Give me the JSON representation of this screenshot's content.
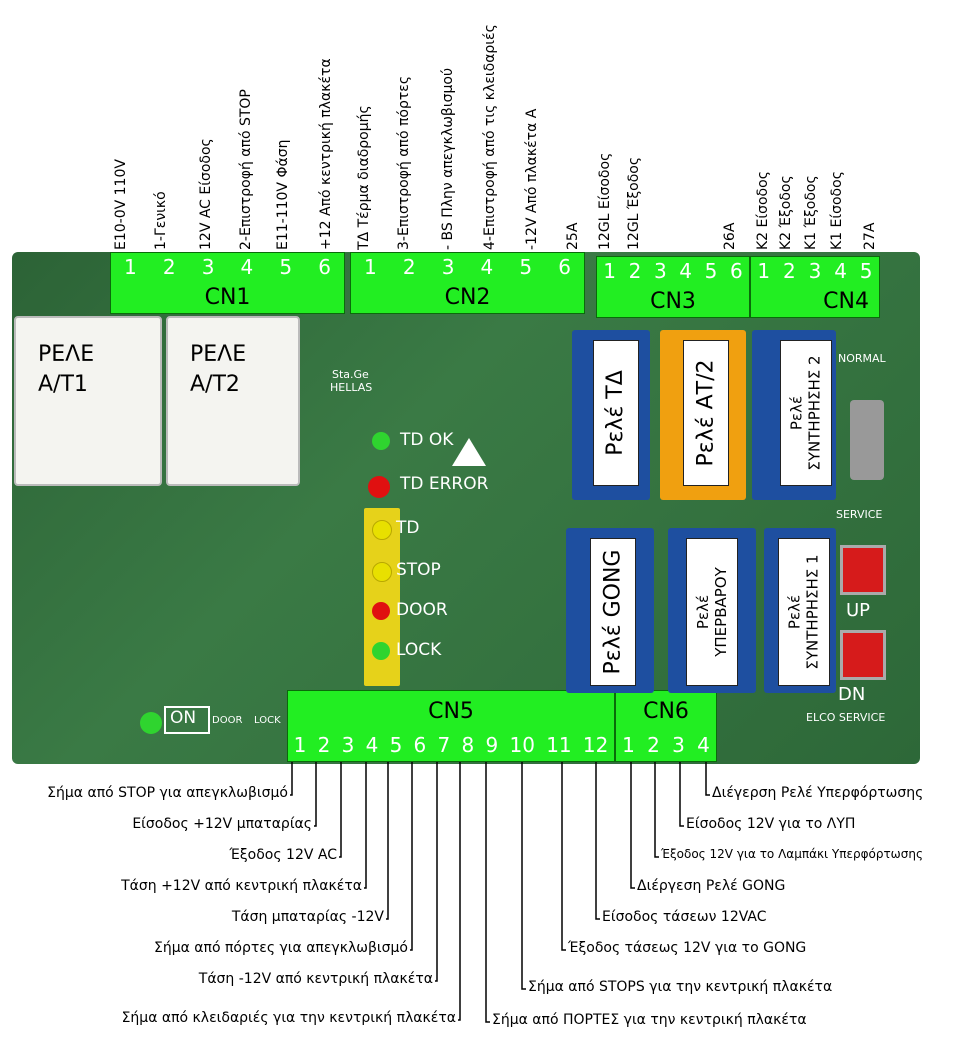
{
  "top_labels": [
    "E10-0V 110V",
    "1-Γενικό",
    "12V AC Είσοδος",
    "2-Επιστροφή από STOP",
    "E11-110V Φάση",
    "+12 Από κεντρική πλακέτα",
    "ΤΔ Τέρμα διαδρομής",
    "3-Επιστροφή από πόρτες",
    "- BS Πλην απεγκλωβισμού",
    "4-Επιστροφή από τις κλειδαριές",
    "-12V Από πλακέτα Α",
    "25A",
    "12GL Είσοδος",
    "12GL Έξοδος",
    "26A",
    "K2 Είσοδος",
    "K2 Έξοδος",
    "K1 Έξοδος",
    "K1 Είσοδος",
    "27A"
  ],
  "connectors": {
    "cn1": {
      "name": "CN1",
      "pins": [
        "1",
        "2",
        "3",
        "4",
        "5",
        "6"
      ]
    },
    "cn2": {
      "name": "CN2",
      "pins": [
        "1",
        "2",
        "3",
        "4",
        "5",
        "6"
      ]
    },
    "cn3": {
      "name": "CN3",
      "pins": [
        "1",
        "2",
        "3",
        "4",
        "5",
        "6"
      ]
    },
    "cn4": {
      "name": "CN4",
      "pins": [
        "1",
        "2",
        "3",
        "4",
        "5"
      ]
    },
    "cn5": {
      "name": "CN5",
      "pins": [
        "1",
        "2",
        "3",
        "4",
        "5",
        "6",
        "7",
        "8",
        "9",
        "10",
        "11",
        "12"
      ]
    },
    "cn6": {
      "name": "CN6",
      "pins": [
        "1",
        "2",
        "3",
        "4"
      ]
    }
  },
  "relays": {
    "at1": [
      "ΡΕΛΕ",
      "Α/Τ1"
    ],
    "at2": [
      "ΡΕΛΕ",
      "Α/Τ2"
    ]
  },
  "relay_labels": {
    "td": "Ρελέ ΤΔ",
    "at2": "Ρελέ ΑΤ/2",
    "synt2_a": "Ρελέ",
    "synt2_b": "ΣΥΝΤΗΡΗΣΗΣ 2",
    "gong": "Ρελέ GONG",
    "yperv_a": "Ρελέ",
    "yperv_b": "ΥΠΕΡΒΑΡΟΥ",
    "synt1_a": "Ρελέ",
    "synt1_b": "ΣΥΝΤΗΡΗΣΗΣ 1"
  },
  "leds": {
    "td_ok": "TD OK",
    "td_error": "TD ERROR",
    "td": "TD",
    "stop": "STOP",
    "door": "DOOR",
    "lock": "LOCK",
    "on": "ON"
  },
  "buttons": {
    "up": "UP",
    "dn": "DN"
  },
  "board_text": {
    "brand_a": "Sta.Ge",
    "brand_b": "HELLAS",
    "service": "ELCO SERVICE",
    "door": "DOOR",
    "lock": "LOCK",
    "normal": "NORMAL",
    "serv": "SERVICE"
  },
  "annotations_left": [
    "Σήμα από STOP για απεγκλωβισμό",
    "Είσοδος +12V μπαταρίας",
    "Έξοδος 12V AC",
    "Τάση +12V από κεντρική πλακέτα",
    "Τάση μπαταρίας -12V",
    "Σήμα από πόρτες για απεγκλωβισμό",
    "Τάση -12V από κεντρική πλακέτα",
    "Σήμα από κλειδαριές για την κεντρική πλακέτα"
  ],
  "annotations_right": [
    "Διέγερση Ρελέ Υπερφόρτωσης",
    "Είσοδος 12V για το ΛΥΠ",
    "Έξοδος 12V για το Λαμπάκι Υπερφόρτωσης",
    "Διέργεση Ρελέ GONG",
    "Είσοδος τάσεων 12VAC",
    "Έξοδος τάσεως 12V για το GONG",
    "Σήμα από STOPS για την κεντρική πλακέτα",
    "Σήμα από ΠΟΡΤΕΣ για την κεντρική πλακέτα"
  ],
  "colors": {
    "connector": "#22ee22",
    "pcb": "#2f6b3a",
    "led_green": "#2fd42f",
    "led_red": "#e01010",
    "led_yellow": "#e8e000",
    "button": "#d61b1b"
  }
}
